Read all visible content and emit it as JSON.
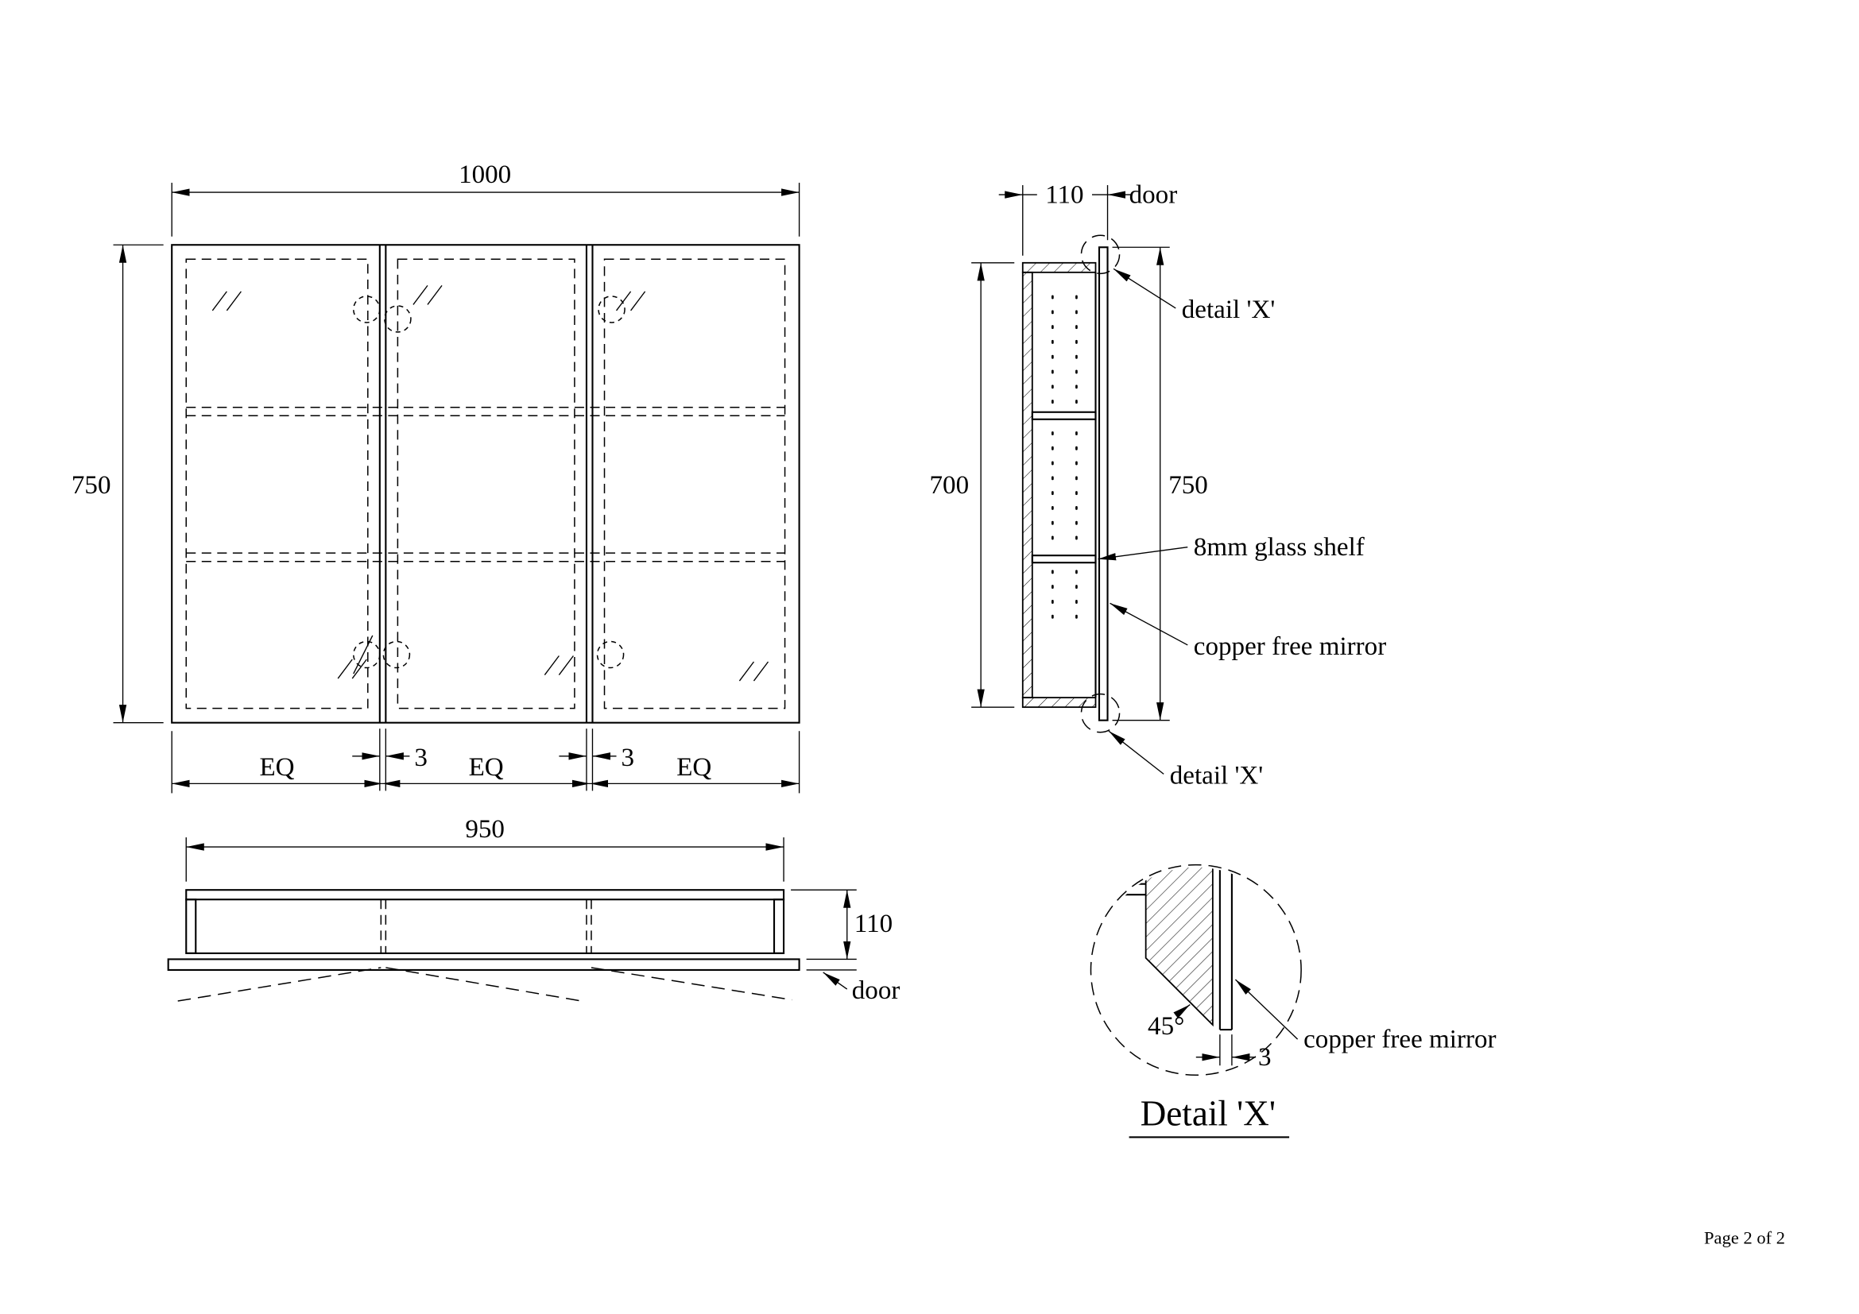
{
  "drawing": {
    "front_view": {
      "dim_width": "1000",
      "dim_height": "750",
      "dim_gap_left": "3",
      "dim_gap_right": "3",
      "eq_labels": [
        "EQ",
        "EQ",
        "EQ"
      ]
    },
    "side_view": {
      "dim_depth": "110",
      "door_label": "door",
      "dim_body_height": "700",
      "dim_total_height": "750",
      "detail_callout_top": "detail 'X'",
      "detail_callout_bottom": "detail 'X'",
      "shelf_label": "8mm glass shelf",
      "mirror_label": "copper free mirror"
    },
    "plan_view": {
      "dim_width": "950",
      "dim_depth": "110",
      "door_label": "door"
    },
    "detail_x": {
      "angle_label": "45°",
      "dim_mirror_thickness": "3",
      "mirror_label": "copper free mirror",
      "title": "Detail 'X'"
    },
    "page": {
      "footer": "Page 2 of 2"
    }
  }
}
